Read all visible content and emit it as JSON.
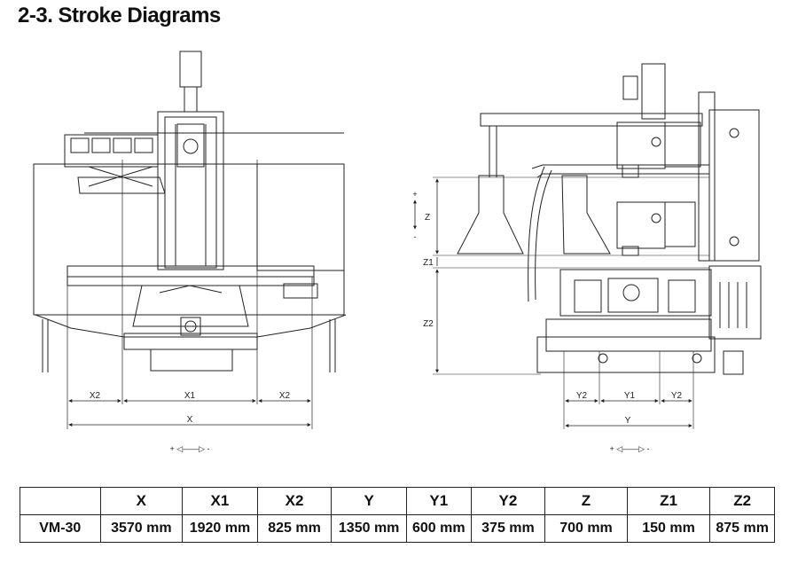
{
  "title": "2-3. Stroke Diagrams",
  "front_view": {
    "dims": {
      "x2_left": "X2",
      "x1": "X1",
      "x2_right": "X2",
      "x": "X"
    },
    "axis_marker": "+ ◁——▷ -"
  },
  "side_view": {
    "dims": {
      "z": "Z",
      "z1": "Z1",
      "z2": "Z2",
      "y2_left": "Y2",
      "y1": "Y1",
      "y2_right": "Y2",
      "y": "Y"
    },
    "z_marker_plus": "+",
    "z_marker_minus": "-",
    "axis_marker": "+ ◁——▷ -"
  },
  "spec_table": {
    "headers": [
      "",
      "X",
      "X1",
      "X2",
      "Y",
      "Y1",
      "Y2",
      "Z",
      "Z1",
      "Z2"
    ],
    "rows": [
      [
        "VM-30",
        "3570 mm",
        "1920 mm",
        "825 mm",
        "1350 mm",
        "600 mm",
        "375 mm",
        "700 mm",
        "150 mm",
        "875 mm"
      ]
    ]
  }
}
